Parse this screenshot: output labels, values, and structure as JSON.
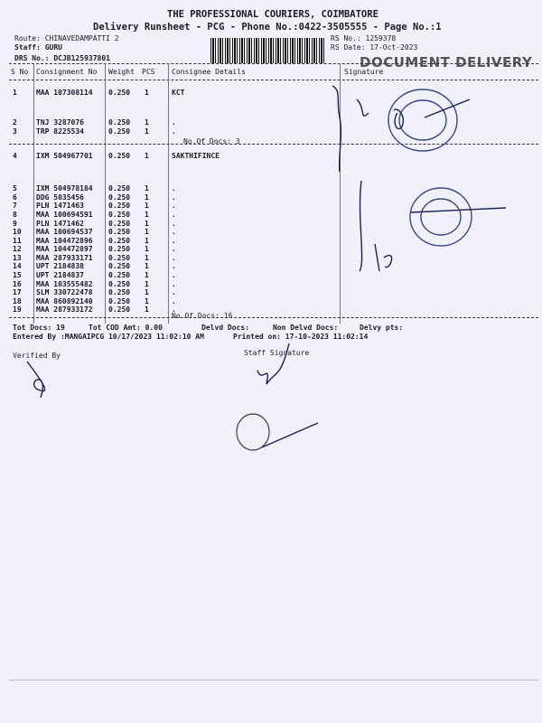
{
  "header": {
    "company": "THE PROFESSIONAL COURIERS, COIMBATORE",
    "subtitle": "Delivery Runsheet - PCG - Phone No.:0422-3505555 - Page No.:1",
    "route": "Route: CHINAVEDAMPATTI 2",
    "staff": "Staff: GURU",
    "drs": "DRS No.: DCJB125937801",
    "rs_no": "RS No.: 1259378",
    "rs_date": "RS Date: 17-Oct-2023",
    "stamp": "DOCUMENT DELIVERY"
  },
  "columns": [
    "S No",
    "Consignment No",
    "Weight",
    "PCS",
    "Consignee Details",
    "Signature"
  ],
  "groups": [
    {
      "consignee": "KCT",
      "docs": "No.Of Docs: 3",
      "rows": [
        [
          "1",
          "MAA 107308114",
          "0.250",
          "1",
          ""
        ],
        [
          "2",
          "TNJ 3287076",
          "0.250",
          "1",
          "."
        ],
        [
          "3",
          "TRP 8225534",
          "0.250",
          "1",
          "."
        ]
      ]
    },
    {
      "consignee": "SAKTHIFINCE",
      "docs": "No.Of Docs: 16",
      "rows": [
        [
          "4",
          "IXM 504967701",
          "0.250",
          "1",
          ""
        ],
        [
          "5",
          "IXM 504978184",
          "0.250",
          "1",
          "."
        ],
        [
          "6",
          "DDG 5035456",
          "0.250",
          "1",
          "."
        ],
        [
          "7",
          "PLN 1471463",
          "0.250",
          "1",
          "."
        ],
        [
          "8",
          "MAA 100694591",
          "0.250",
          "1",
          "."
        ],
        [
          "9",
          "PLN 1471462",
          "0.250",
          "1",
          "."
        ],
        [
          "10",
          "MAA 100694537",
          "0.250",
          "1",
          "."
        ],
        [
          "11",
          "MAA 104472896",
          "0.250",
          "1",
          "."
        ],
        [
          "12",
          "MAA 104472897",
          "0.250",
          "1",
          "."
        ],
        [
          "13",
          "MAA 287933171",
          "0.250",
          "1",
          "."
        ],
        [
          "14",
          "UPT 2184838",
          "0.250",
          "1",
          "."
        ],
        [
          "15",
          "UPT 2184837",
          "0.250",
          "1",
          "."
        ],
        [
          "16",
          "MAA 103555482",
          "0.250",
          "1",
          "."
        ],
        [
          "17",
          "SLM 330722478",
          "0.250",
          "1",
          "."
        ],
        [
          "18",
          "MAA 860892140",
          "0.250",
          "1",
          "."
        ],
        [
          "19",
          "MAA 287933172",
          "0.250",
          "1",
          "."
        ]
      ]
    }
  ],
  "footer": {
    "tot_docs": "Tot Docs:  19",
    "tot_cod": "Tot COD Amt:     0.00",
    "delvd": "Delvd Docs:",
    "non_delvd": "Non Delvd Docs:",
    "delvy_pts": "Delvy pts:",
    "entered_by": "Entered By :MANGAIPCG 10/17/2023 11:02:10 AM",
    "printed_on": "Printed on: 17-10-2023 11:02:14",
    "verified_by": "Verified By",
    "staff_signature": "Staff Signature"
  },
  "handwriting": {
    "sig_count_1": "3",
    "sig_count_2": "16"
  }
}
